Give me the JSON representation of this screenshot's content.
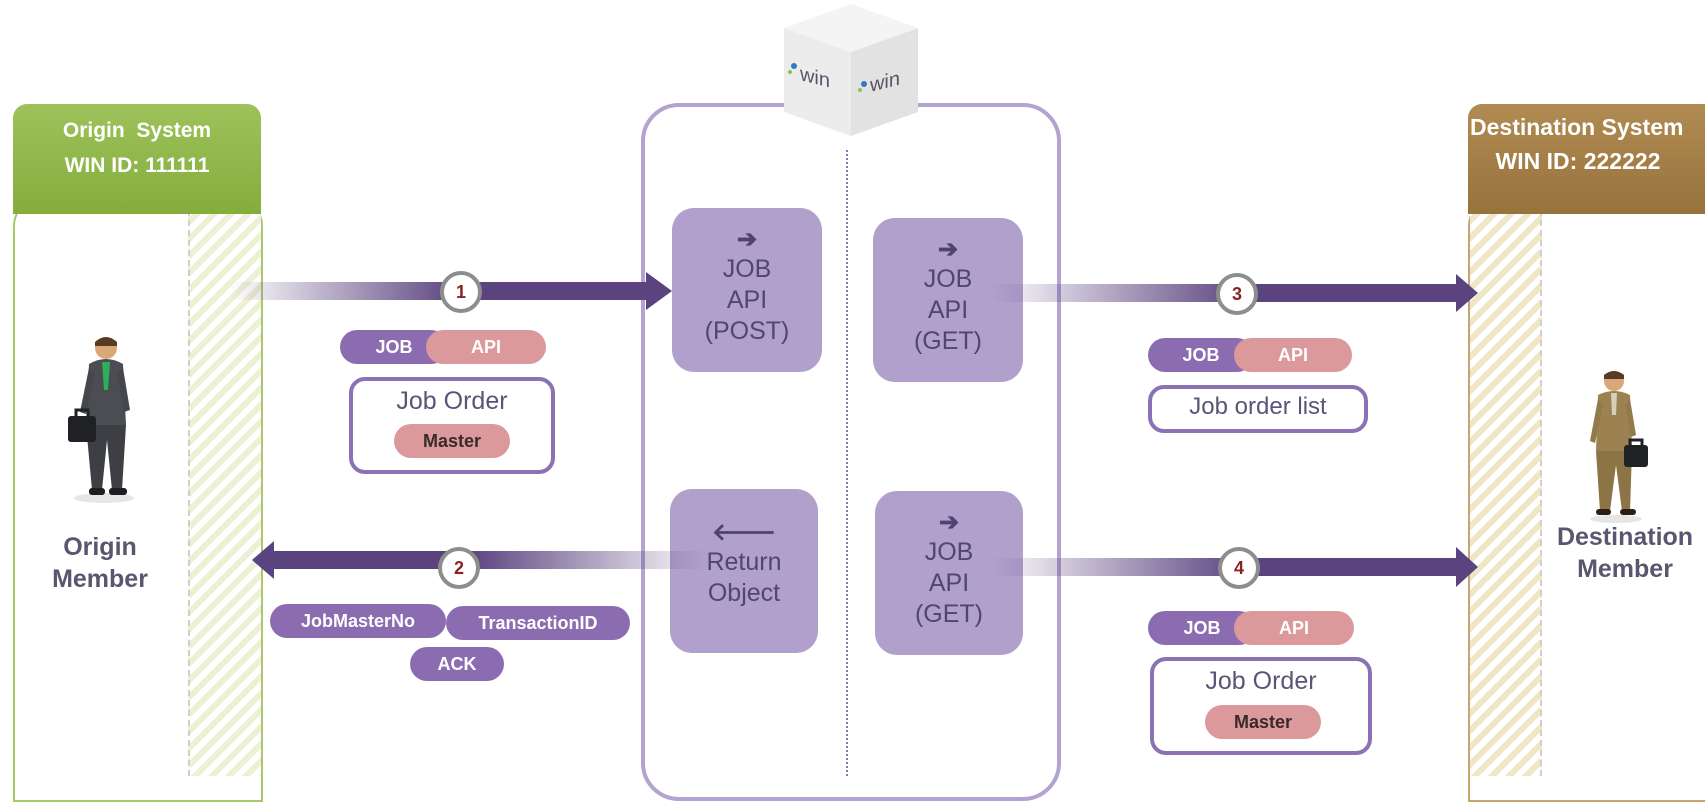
{
  "origin": {
    "system_title": "Origin  System",
    "win_id": "WIN ID: 111111",
    "member_line1": "Origin",
    "member_line2": "Member"
  },
  "destination": {
    "system_title": "Destination System",
    "win_id": "WIN ID: 222222",
    "member_line1": "Destination",
    "member_line2": "Member"
  },
  "logo": {
    "text": "win"
  },
  "hub": {
    "post_box": {
      "arrow": "➔",
      "l1": "JOB",
      "l2": "API",
      "l3": "(POST)"
    },
    "return_box": {
      "arrow": "🡐",
      "l1": "Return",
      "l2": "Object"
    },
    "get_box_1": {
      "arrow": "➔",
      "l1": "JOB",
      "l2": "API",
      "l3": "(GET)"
    },
    "get_box_2": {
      "arrow": "➔",
      "l1": "JOB",
      "l2": "API",
      "l3": "(GET)"
    }
  },
  "steps": {
    "s1": "1",
    "s2": "2",
    "s3": "3",
    "s4": "4"
  },
  "pills": {
    "job": "JOB",
    "api": "API",
    "job_master_no": "JobMasterNo",
    "transaction_id": "TransactionID",
    "ack": "ACK"
  },
  "orders": {
    "job_order": "Job Order",
    "master": "Master",
    "job_order_list": "Job order list"
  },
  "colors": {
    "origin_green": "#93b84b",
    "destination_brown": "#a37f47",
    "hub_purple": "#b19fcc",
    "arrow_purple": "#5b437f",
    "pill_pink": "#dc999c"
  }
}
